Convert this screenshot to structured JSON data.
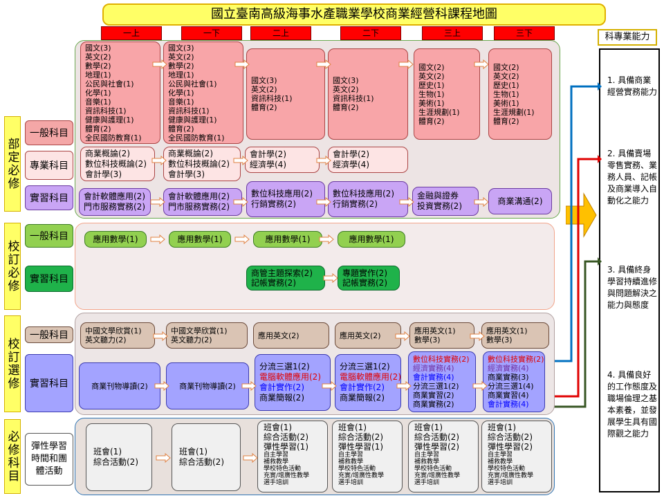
{
  "title": "國立臺南高級海事水產職業學校商業經營科課程地圖",
  "semesters": [
    "一上",
    "一下",
    "二上",
    "二下",
    "三上",
    "三下"
  ],
  "capability": {
    "header": "科專業能力",
    "items": [
      "1. 具備商業經營實務能力",
      "2. 具備賣場零售實務、業務人員、記帳及商業導入自動化之能力",
      "3. 具備終身學習持續進修與問題解決之能力與態度",
      "4. 具備良好的工作態度及職場倫理之基本素養，並發展學生具有國際觀之能力"
    ]
  },
  "groups": {
    "g1": "部定必修",
    "g2": "校訂必修",
    "g3": "校訂選修",
    "g4": "必修科目"
  },
  "categories": {
    "g1_general": "一般科目",
    "g1_major": "專業科目",
    "g1_practice": "實習科目",
    "g2_general": "一般科目",
    "g2_practice": "實習科目",
    "g3_general": "一般科目",
    "g3_practice": "實習科目",
    "g4_flex": "彈性學習時間和團體活動"
  },
  "rows": {
    "g1_general": [
      [
        "國文(3)",
        "英文(2)",
        "數學(2)",
        "地理(1)",
        "公民與社會(1)",
        "化學(1)",
        "音樂(1)",
        "資訊科技(1)",
        "健康與護理(1)",
        "體育(2)",
        "全民國防教育(1)"
      ],
      [
        "國文(3)",
        "英文(2)",
        "數學(2)",
        "地理(1)",
        "公民與社會(1)",
        "化學(1)",
        "音樂(1)",
        "資訊科技(1)",
        "健康與護理(1)",
        "體育(2)",
        "全民國防教育(1)"
      ],
      [
        "國文(3)",
        "英文(2)",
        "資訊科技(1)",
        "體育(2)"
      ],
      [
        "國文(3)",
        "英文(2)",
        "資訊科技(1)",
        "體育(2)"
      ],
      [
        "國文(2)",
        "英文(2)",
        "歷史(1)",
        "生物(1)",
        "美術(1)",
        "生涯規劃(1)",
        "體育(2)"
      ],
      [
        "國文(2)",
        "英文(2)",
        "歷史(1)",
        "生物(1)",
        "美術(1)",
        "生涯規劃(1)",
        "體育(2)"
      ]
    ],
    "g1_major": [
      [
        "商業概論(2)",
        "數位科技概論(2)",
        "會計學(3)"
      ],
      [
        "商業概論(2)",
        "數位科技概論(2)",
        "會計學(3)"
      ],
      [
        "會計學(2)",
        "經濟學(4)"
      ],
      [
        "會計學(2)",
        "經濟學(4)"
      ]
    ],
    "g1_practice": [
      [
        "會計軟體應用(2)",
        "門市服務實務(2)"
      ],
      [
        "會計軟體應用(2)",
        "門市服務實務(2)"
      ],
      [
        "數位科技應用(2)",
        "行銷實務(2)"
      ],
      [
        "數位科技應用(2)",
        "行銷實務(2)"
      ],
      [
        "金融與證券",
        "投資實務(2)"
      ],
      [
        "商業溝通(2)"
      ]
    ],
    "g2_general": [
      "應用數學(1)",
      "應用數學(1)",
      "應用數學(1)",
      "應用數學(1)"
    ],
    "g2_practice": [
      [
        "商管主題探索(2)",
        "記帳實務(2)"
      ],
      [
        "專題實作(2)",
        "記帳實務(2)"
      ]
    ],
    "g3_general": [
      [
        "中國文學欣賞(1)",
        "英文聽力(2)"
      ],
      [
        "中國文學欣賞(1)",
        "英文聽力(2)"
      ],
      [
        "應用英文(2)"
      ],
      [
        "應用英文(2)"
      ],
      [
        "應用英文(1)",
        "數學(3)"
      ],
      [
        "應用英文(1)",
        "數學(3)"
      ]
    ],
    "g3_practice": {
      "c1": "商業刊物導讀(2)",
      "c2": "商業刊物導讀(2)",
      "c3": [
        "分流三選1(2)",
        "電腦軟體應用(2)",
        "會計實作(2)",
        "商業簡報(2)"
      ],
      "c4": [
        "分流三選1(2)",
        "電腦軟體應用(2)",
        "會計實作(2)",
        "商業簡報(2)"
      ],
      "c5": [
        "數位科技實務(2)",
        "經濟實務(4)",
        "會計實務(4)",
        "分流三選1(2)",
        "商業實習(2)",
        "商業實務(2)"
      ],
      "c6": [
        "數位科技實務(2)",
        "經濟實務(4)",
        "商業實務(3)",
        "分流三選1(4)",
        "商業實習(4)",
        "會計實務(4)"
      ]
    },
    "g4_flex": {
      "c1": [
        "班會(1)",
        "綜合活動(2)"
      ],
      "c2": [
        "班會(1)",
        "綜合活動(2)"
      ],
      "c3": [
        "班會(1)",
        "綜合活動(2)",
        "彈性學習(1)"
      ],
      "c4": [
        "班會(1)",
        "綜合活動(2)",
        "彈性學習(1)"
      ],
      "c5": [
        "班會(1)",
        "綜合活動(2)",
        "彈性學習(2)"
      ],
      "c6": [
        "班會(1)",
        "綜合活動(2)",
        "彈性學習(2)"
      ],
      "detail": [
        "自主學習",
        "補救教學",
        "學校特色活動",
        "充實/增廣性教學",
        "選手培訓"
      ]
    }
  },
  "colors": {
    "title_bg": "#ffff66",
    "semester_bg": "#ff0000",
    "arrow_blue": "#0070c0",
    "arrow_red": "#e00000",
    "arrow_green": "#00b050",
    "arrow_darkgreen": "#375623",
    "arrow_orange": "#ffc000"
  }
}
